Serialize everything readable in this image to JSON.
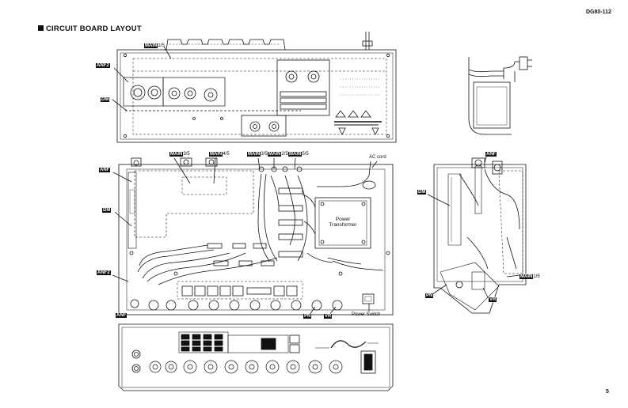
{
  "header": {
    "model_code": "DG80-112",
    "section_title": "CIRCUIT BOARD LAYOUT",
    "page_number": "5"
  },
  "callouts": {
    "main_top": {
      "code": "MAIN",
      "suffix": "1/5"
    },
    "anf2_top": "ANF2",
    "dm_top": "DM",
    "main_3_5_a": {
      "code": "MAIN",
      "suffix": "3/5"
    },
    "main_4_5": {
      "code": "MAIN",
      "suffix": "4/5"
    },
    "main_3_5_b": {
      "code": "MAIN",
      "suffix": "3/5"
    },
    "main_2_5": {
      "code": "MAIN",
      "suffix": "2/5"
    },
    "main_5_5": {
      "code": "MAIN",
      "suffix": "5/5"
    },
    "ac_cord": "AC cord",
    "anf_mid": "ANF",
    "dm_mid": "DM",
    "power_transformer": "Power\nTransformer",
    "anf2_mid": "ANF2",
    "anf_bottom": "ANF",
    "pn_mid": "PN",
    "vr_mid": "VR",
    "power_switch": "Power Switch",
    "anf_side": "ANF",
    "dm_side": "DM",
    "main_side": {
      "code": "MAIN",
      "suffix": "1/5"
    },
    "pn_side": "PN",
    "vr_side": "VR"
  },
  "colors": {
    "ink": "#111111",
    "paper": "#ffffff",
    "dashed": "#333333"
  }
}
